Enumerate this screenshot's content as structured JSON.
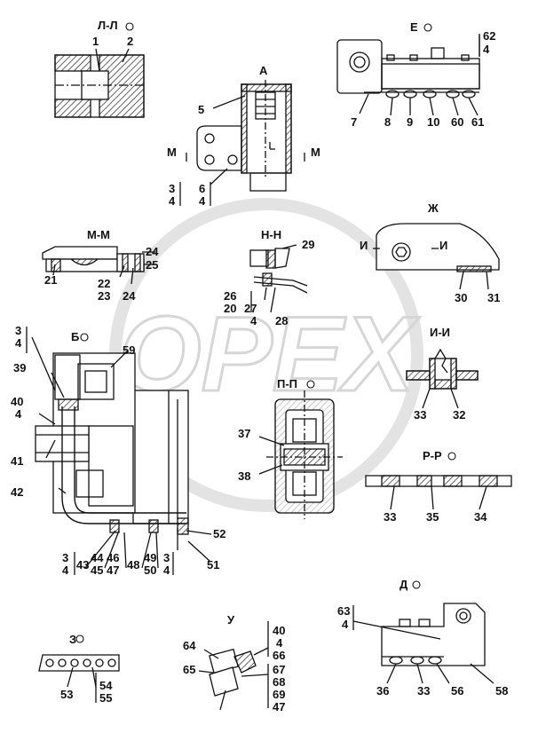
{
  "watermark": {
    "text": "OPEX",
    "color": "#d9d9d9"
  },
  "colors": {
    "ink": "#111111",
    "hatch": "#222222",
    "paper": "#ffffff"
  },
  "sections": {
    "ll": "Л-Л",
    "e": "Е",
    "a": "А",
    "m_left": "М",
    "m_right": "М",
    "mm": "М-М",
    "nn": "Н-Н",
    "zh": "Ж",
    "i_left": "И",
    "i_right": "И",
    "b": "Б",
    "pp": "П-П",
    "ii": "И-И",
    "rr": "Р-Р",
    "d": "Д",
    "u": "У",
    "z": "З"
  },
  "callouts": {
    "c1": "1",
    "c2": "2",
    "c62": "62",
    "c4a": "4",
    "c5": "5",
    "c7": "7",
    "c8": "8",
    "c9": "9",
    "c10": "10",
    "c60": "60",
    "c61": "61",
    "c3a": "3",
    "c4b": "4",
    "c6": "6",
    "c4c": "4",
    "c24a": "24",
    "c25": "25",
    "c21": "21",
    "c22": "22",
    "c23": "23",
    "c24b": "24",
    "c29": "29",
    "c26": "26",
    "c20": "20",
    "c27": "27",
    "c4d": "4",
    "c28": "28",
    "c30": "30",
    "c31": "31",
    "c3b": "3",
    "c4e": "4",
    "c59": "59",
    "c39": "39",
    "c40a": "40",
    "c4f": "4",
    "c41": "41",
    "c42": "42",
    "c37": "37",
    "c38": "38",
    "c33a": "33",
    "c32": "32",
    "c33b": "33",
    "c35": "35",
    "c34": "34",
    "c52": "52",
    "c3c": "3",
    "c4g": "4",
    "c43": "43",
    "c44": "44",
    "c45": "45",
    "c46": "46",
    "c47a": "47",
    "c48": "48",
    "c49": "49",
    "c50": "50",
    "c3d": "3",
    "c4h": "4",
    "c51": "51",
    "c63": "63",
    "c4i": "4",
    "c40b": "40",
    "c4j": "4",
    "c66": "66",
    "c64": "64",
    "c65": "65",
    "c67": "67",
    "c68": "68",
    "c69": "69",
    "c47b": "47",
    "c53": "53",
    "c54": "54",
    "c55": "55",
    "c36": "36",
    "c33c": "33",
    "c56": "56",
    "c58": "58"
  }
}
